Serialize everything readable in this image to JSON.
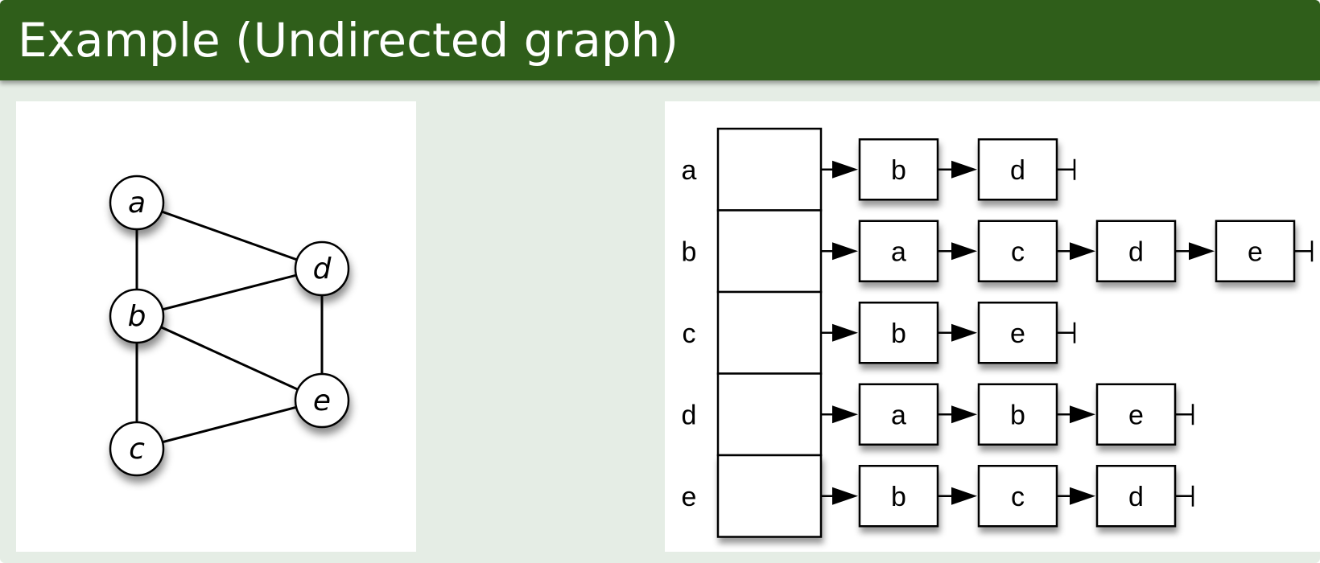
{
  "title": "Example (Undirected graph)",
  "graph": {
    "nodes": [
      {
        "id": "a",
        "label": "a"
      },
      {
        "id": "b",
        "label": "b"
      },
      {
        "id": "c",
        "label": "c"
      },
      {
        "id": "d",
        "label": "d"
      },
      {
        "id": "e",
        "label": "e"
      }
    ],
    "edges": [
      [
        "a",
        "b"
      ],
      [
        "a",
        "d"
      ],
      [
        "b",
        "d"
      ],
      [
        "b",
        "c"
      ],
      [
        "b",
        "e"
      ],
      [
        "d",
        "e"
      ],
      [
        "c",
        "e"
      ]
    ]
  },
  "adjacency_list": [
    {
      "vertex": "a",
      "neighbors": [
        "b",
        "d"
      ]
    },
    {
      "vertex": "b",
      "neighbors": [
        "a",
        "c",
        "d",
        "e"
      ]
    },
    {
      "vertex": "c",
      "neighbors": [
        "b",
        "e"
      ]
    },
    {
      "vertex": "d",
      "neighbors": [
        "a",
        "b",
        "e"
      ]
    },
    {
      "vertex": "e",
      "neighbors": [
        "b",
        "c",
        "d"
      ]
    }
  ],
  "colors": {
    "title_bar": "#2f5e1a",
    "block_body": "#e5ede5",
    "panel": "#ffffff",
    "stroke": "#000000"
  }
}
